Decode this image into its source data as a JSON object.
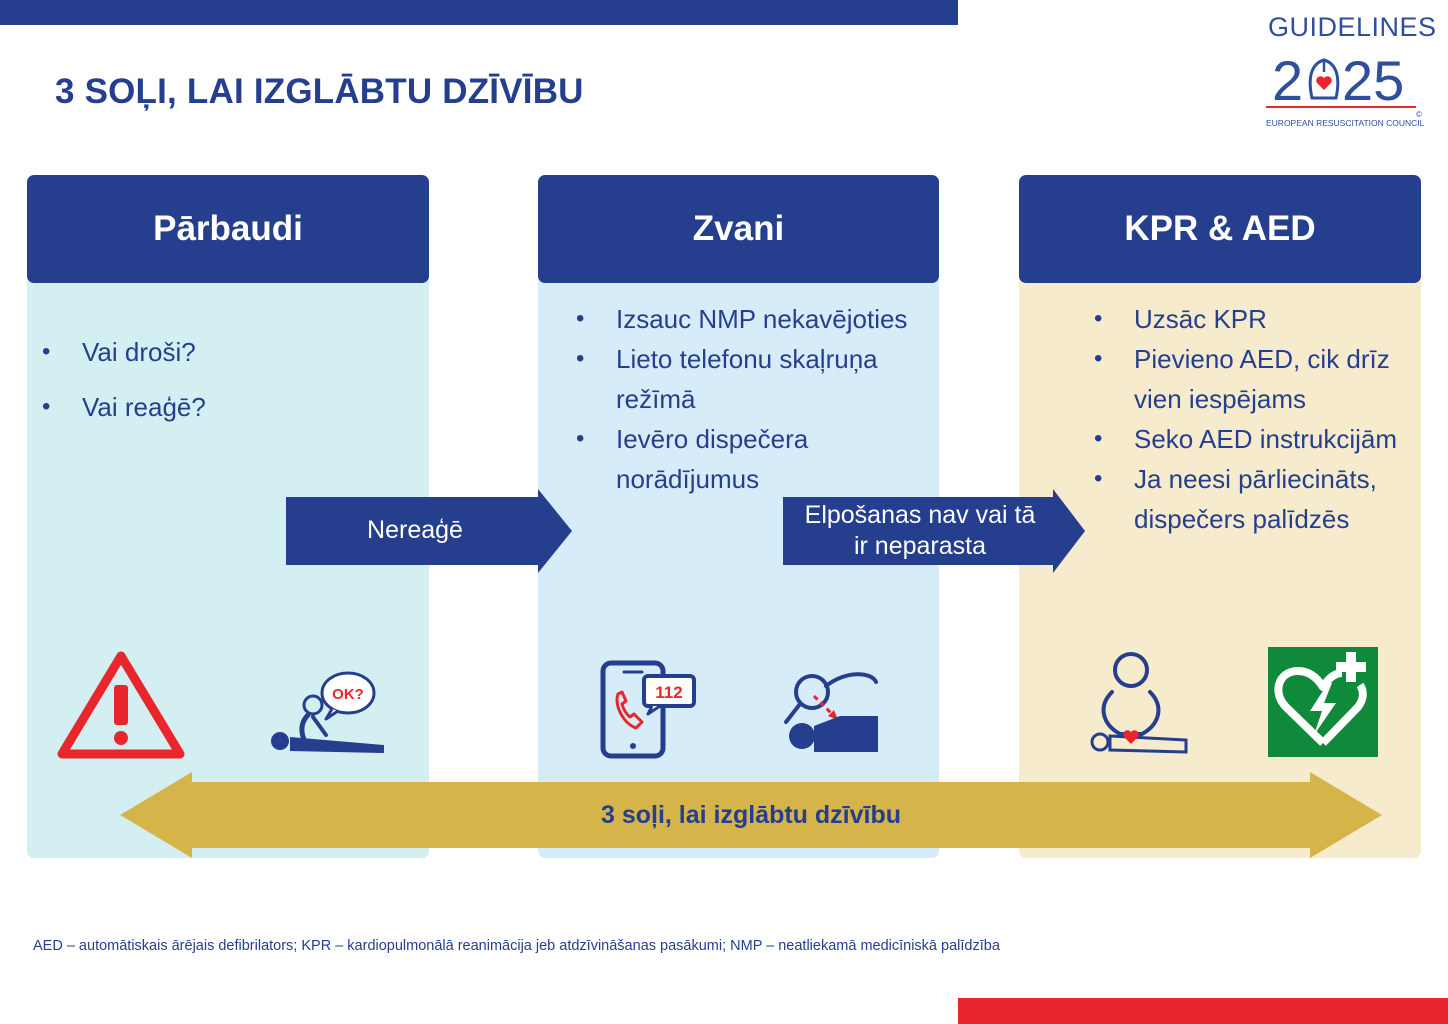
{
  "title": "3 SOĻI, LAI IZGLĀBTU DZĪVĪBU",
  "logo": {
    "word": "GUIDELINES",
    "year": "2025",
    "org": "EUROPEAN RESUSCITATION COUNCIL",
    "copyright": "©"
  },
  "columns": [
    {
      "heading": "Pārbaudi",
      "bullets": [
        "Vai droši?",
        "Vai reaģē?"
      ]
    },
    {
      "heading": "Zvani",
      "bullets": [
        "Izsauc NMP nekavējoties",
        "Lieto telefonu skaļruņa režīmā",
        "Ievēro dispečera norādījumus"
      ]
    },
    {
      "heading": "KPR & AED",
      "bullets": [
        "Uzsāc KPR",
        "Pievieno AED, cik drīz vien iespējams",
        "Seko AED instrukcijām",
        "Ja neesi pārliecināts, dispečers palīdzēs"
      ]
    }
  ],
  "arrows": {
    "step1_to_2": "Nereaģē",
    "step2_to_3": "Elpošanas nav vai tā ir neparasta",
    "bottom": "3 soļi, lai izglābtu dzīvību"
  },
  "icons": {
    "phone_number": "112",
    "ok_bubble": "OK?"
  },
  "footnote": "AED – automātiskais ārējais defibrilators; KPR – kardiopulmonālā reanimācija jeb atdzīvināšanas pasākumi; NMP – neatliekamā medicīniskā palīdzība",
  "colors": {
    "navy": "#253f8e",
    "red": "#e8262c",
    "gold": "#d5b44a",
    "col1_bg": "#d4eff2",
    "col2_bg": "#d7ecf9",
    "col3_bg": "#f6ebcd",
    "aed_green": "#0e8a3a"
  }
}
